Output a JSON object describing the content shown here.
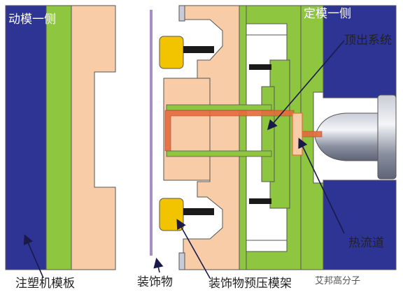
{
  "labels": {
    "moving_side": "动模一侧",
    "fixed_side": "定模一侧",
    "ejector_system": "顶出系统",
    "hot_runner": "热流道",
    "platen": "注塑机模板",
    "decoration": "装饰物",
    "preload_frame": "装饰物预压模架",
    "watermark": "艾邦高分子"
  },
  "colors": {
    "platen": "#2d3494",
    "plate_green": "#8ec63f",
    "mold_peach": "#f8cca6",
    "insert_yellow": "#f2c400",
    "pin_black": "#1a1a1a",
    "hot_runner_orange": "#e46c3a",
    "decoration_film": "#a98fc3",
    "nozzle_grey": "#8a90a0",
    "outline": "#555555"
  }
}
